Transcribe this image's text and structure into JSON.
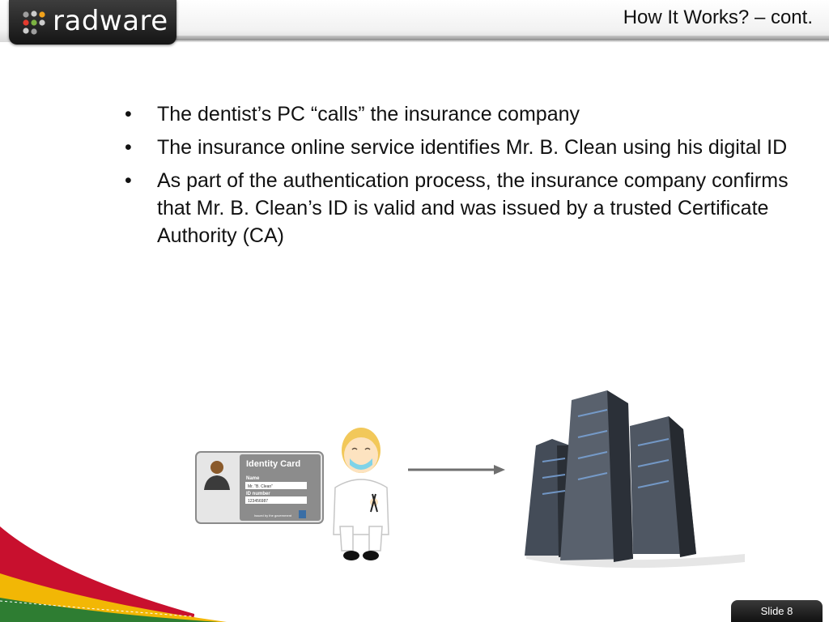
{
  "header": {
    "logo_text": "radware",
    "title": "How It Works? – cont."
  },
  "bullets": [
    "The dentist’s PC “calls” the insurance company",
    "The insurance online service identifies Mr. B. Clean using his digital ID",
    "As part of the authentication process, the insurance company confirms that Mr. B. Clean’s ID is valid and was issued by a trusted  Certificate Authority (CA)"
  ],
  "id_card": {
    "title": "Identity Card",
    "name_label": "Name",
    "name_value": "Mr. “B. Clean”",
    "id_label": "ID number",
    "id_value": "123456987",
    "issuer": "Issued by the government"
  },
  "footer": {
    "slide_number": "Slide 8"
  },
  "colors": {
    "logo_dots": [
      "#e23a2e",
      "#f1a21b",
      "#7cb342",
      "#cccccc"
    ],
    "deco_red": "#c8102e",
    "deco_green": "#2e7d32",
    "deco_yellow": "#f2b705"
  }
}
